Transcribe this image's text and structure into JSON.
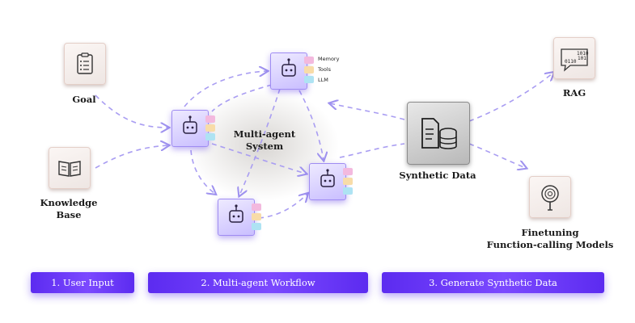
{
  "nodes": {
    "goal": {
      "label": "Goal",
      "icon": "clipboard-icon"
    },
    "knowledge_base": {
      "label_line1": "Knowledge",
      "label_line2": "Base",
      "icon": "book-icon"
    },
    "system": {
      "label_line1": "Multi-agent",
      "label_line2": "System"
    },
    "agents": {
      "top_tags": {
        "memory": "Memory",
        "tools": "Tools",
        "llm": "LLM"
      }
    },
    "synthetic_data": {
      "label": "Synthetic Data",
      "icon": "document-database-icon"
    },
    "rag": {
      "label": "RAG",
      "icon": "chat-binary-icon",
      "binary_lines": [
        "1010",
        "101",
        "0110"
      ]
    },
    "finetuning": {
      "label_line1": "Finetuning",
      "label_line2": "Function-calling Models",
      "icon": "brain-tool-icon"
    }
  },
  "stages": [
    {
      "label": "1. User Input"
    },
    {
      "label": "2. Multi-agent Workflow"
    },
    {
      "label": "3. Generate Synthetic Data"
    }
  ],
  "colors": {
    "arrow": "#9f92ef",
    "agent_fill": "#c9beff",
    "stage_bar": "#5c2bf0",
    "card_fill": "#f4eeec",
    "tag_memory": "#f3b9de",
    "tag_tools": "#f8dca8",
    "tag_llm": "#aee3f3"
  }
}
